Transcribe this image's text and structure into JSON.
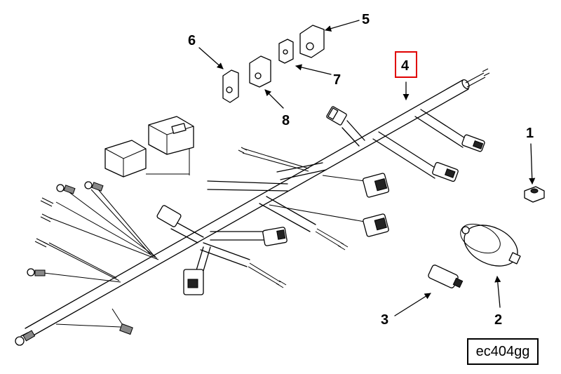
{
  "callouts": {
    "c1": "1",
    "c2": "2",
    "c3": "3",
    "c4": "4",
    "c5": "5",
    "c6": "6",
    "c7": "7",
    "c8": "8"
  },
  "reference_code": "ec404gg",
  "highlight_color": "#e00000"
}
